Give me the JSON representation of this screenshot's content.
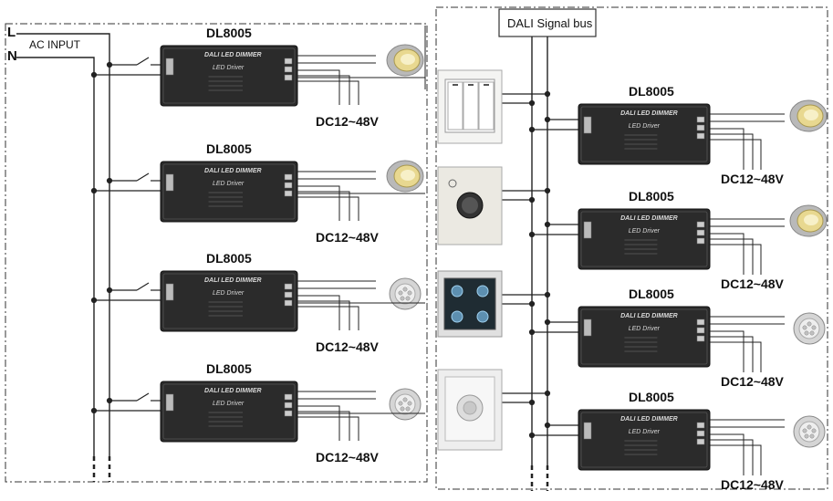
{
  "wiring": {
    "line_label": "L",
    "neutral_label": "N",
    "ac_input_label": "AC INPUT",
    "bus_label": "DALI Signal bus"
  },
  "drivers_left": [
    {
      "model": "DL8005",
      "output": "DC12~48V",
      "lamp": "downlight-cob"
    },
    {
      "model": "DL8005",
      "output": "DC12~48V",
      "lamp": "downlight-cob"
    },
    {
      "model": "DL8005",
      "output": "DC12~48V",
      "lamp": "spotlight-multi-led"
    },
    {
      "model": "DL8005",
      "output": "DC12~48V",
      "lamp": "spotlight-multi-led"
    }
  ],
  "drivers_right": [
    {
      "model": "DL8005",
      "output": "DC12~48V",
      "lamp": "downlight-cob"
    },
    {
      "model": "DL8005",
      "output": "DC12~48V",
      "lamp": "downlight-cob"
    },
    {
      "model": "DL8005",
      "output": "DC12~48V",
      "lamp": "spotlight-multi-led"
    },
    {
      "model": "DL8005",
      "output": "DC12~48V",
      "lamp": "spotlight-multi-led"
    }
  ],
  "controllers": [
    {
      "icon": "wall-switch-panel-icon"
    },
    {
      "icon": "rotary-dimmer-icon"
    },
    {
      "icon": "touch-panel-icon"
    },
    {
      "icon": "motion-sensor-icon"
    }
  ],
  "driver_face": {
    "brand": "DALI LED DIMMER",
    "subtitle": "LED Driver"
  },
  "colors": {
    "driver_body": "#2b2b2b",
    "wire": "#222222",
    "dash_border": "#333333"
  }
}
